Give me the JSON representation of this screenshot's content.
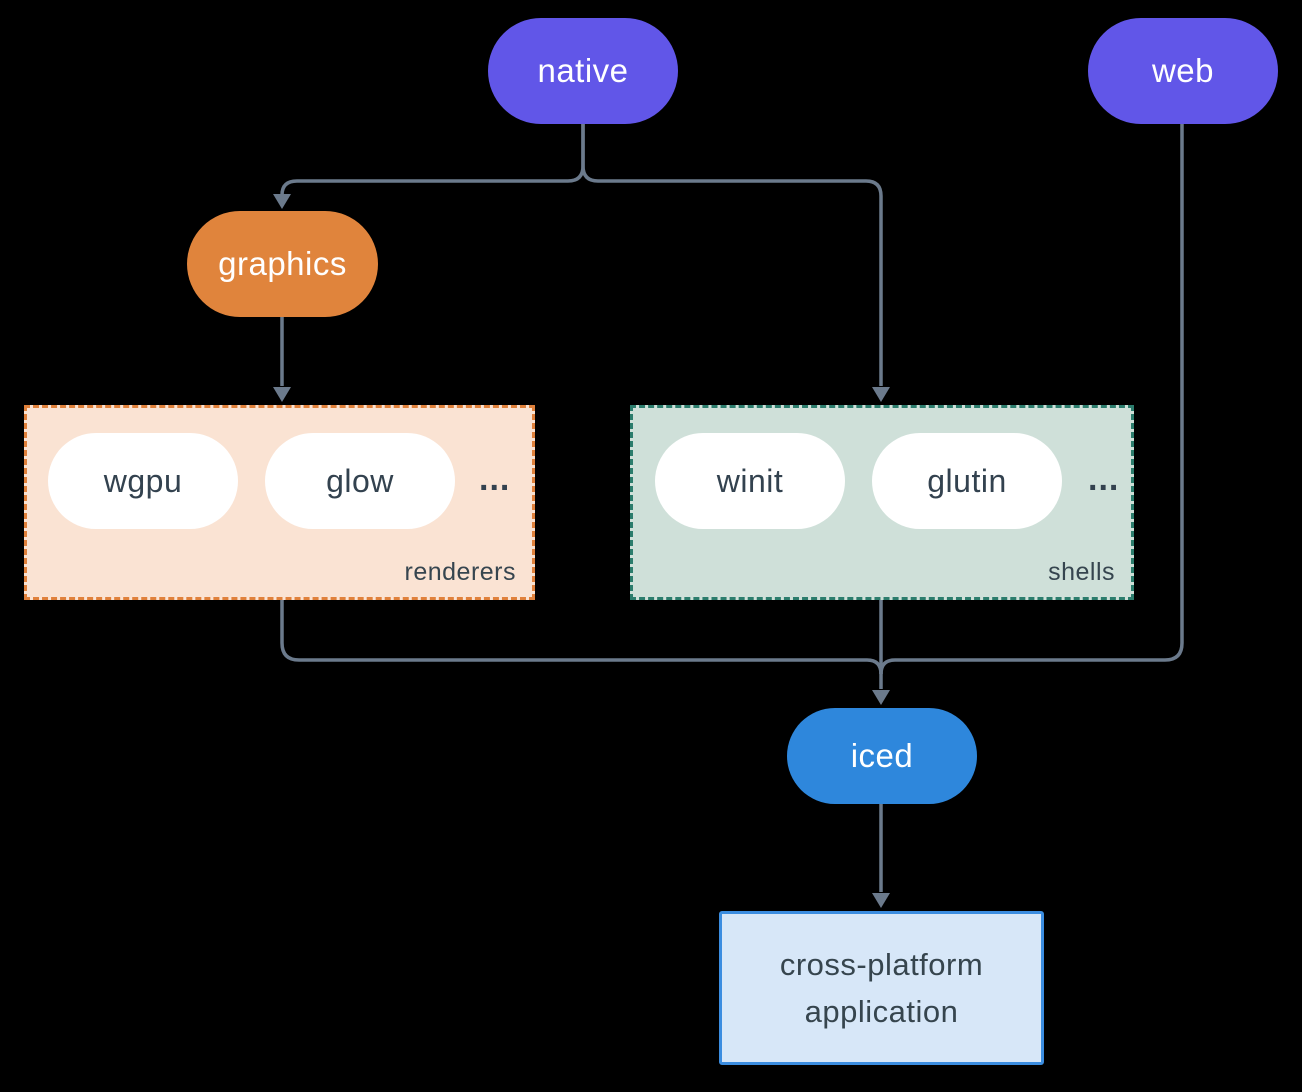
{
  "diagram": {
    "background_color": "#000000",
    "line_color": "#6b7a8c",
    "nodes": {
      "native": {
        "label": "native",
        "color": "#6156e8",
        "text_color": "#ffffff"
      },
      "web": {
        "label": "web",
        "color": "#6156e8",
        "text_color": "#ffffff"
      },
      "graphics": {
        "label": "graphics",
        "color": "#e0843c",
        "text_color": "#ffffff"
      },
      "iced": {
        "label": "iced",
        "color": "#2e87dc",
        "text_color": "#ffffff"
      },
      "application": {
        "label_line1": "cross-platform",
        "label_line2": "application",
        "fill": "#d7e7f8",
        "border": "#3b8de0",
        "text_color": "#36454e"
      }
    },
    "groups": {
      "renderers": {
        "label": "renderers",
        "fill": "#fae3d3",
        "border": "#e0813b",
        "items": [
          "wgpu",
          "glow"
        ],
        "ellipsis": "...",
        "item_text_color": "#33424f"
      },
      "shells": {
        "label": "shells",
        "fill": "#cfe0d9",
        "border": "#2c7d6d",
        "items": [
          "winit",
          "glutin"
        ],
        "ellipsis": "...",
        "item_text_color": "#33424f"
      }
    },
    "edges": [
      "native -> graphics",
      "native -> shells",
      "graphics -> renderers",
      "renderers -> iced",
      "shells -> iced",
      "web -> iced",
      "iced -> application"
    ]
  }
}
